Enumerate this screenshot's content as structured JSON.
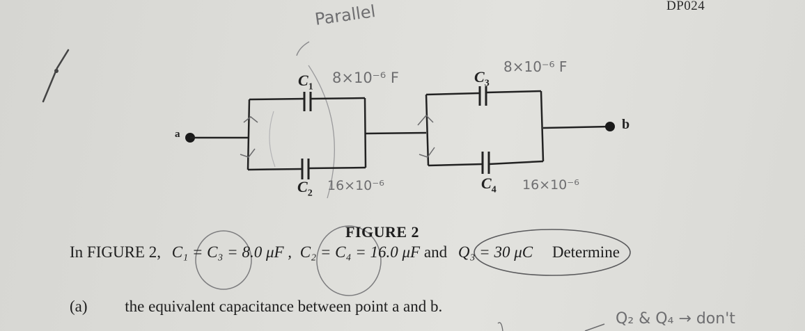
{
  "page": {
    "code": "DP024",
    "figure_caption": "FIGURE 2",
    "question_line": {
      "prefix": "In FIGURE 2,",
      "c1_eq_c3": "C₁ = C₃ = 8.0 μF ,",
      "c2_eq_c4": "C₂ = C₄ = 16.0 μF",
      "and": "and",
      "q3": "Q₃ = 30 μC",
      "suffix": "Determine"
    },
    "parts": [
      {
        "label": "(a)",
        "text": "the equivalent capacitance between point a and b."
      }
    ]
  },
  "circuit": {
    "terminal_a": "a",
    "terminal_b": "b",
    "capacitors": [
      {
        "id": "C1",
        "label": "C",
        "sub": "1",
        "handwritten_value": "8×10⁻⁶ F"
      },
      {
        "id": "C2",
        "label": "C",
        "sub": "2",
        "handwritten_value": "16×10⁻⁶"
      },
      {
        "id": "C3",
        "label": "C",
        "sub": "3",
        "handwritten_value": "8×10⁻⁶ F"
      },
      {
        "id": "C4",
        "label": "C",
        "sub": "4",
        "handwritten_value": "16×10⁻⁶"
      }
    ]
  },
  "annotations": {
    "parallel_note": "Parallel",
    "bottom_note": "Q₂ & Q₄ → don't"
  },
  "colors": {
    "paper": "#dcdcd8",
    "ink": "#1e1e1e",
    "pencil": "#6e6e70"
  }
}
